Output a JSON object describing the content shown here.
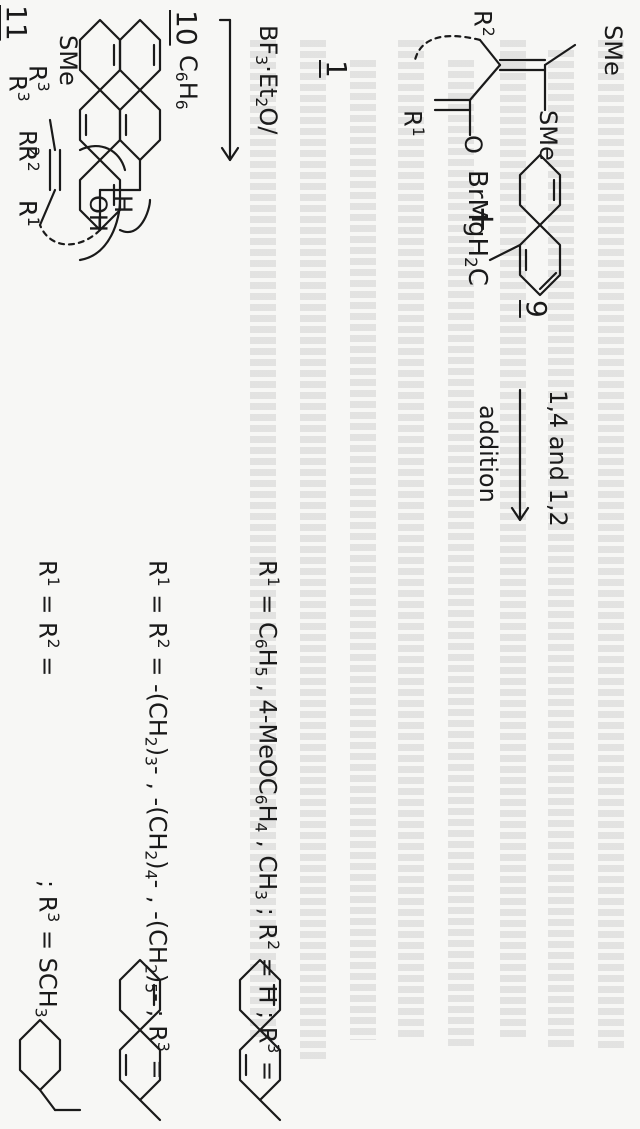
{
  "scheme": {
    "compound1": {
      "label": "1",
      "substituent_top1": "SMe",
      "substituent_top2": "SMe",
      "r2": "R2",
      "r1": "R1",
      "oxygen": "O"
    },
    "plus": "+",
    "reagent9": {
      "label": "9",
      "formula": "BrMgH2C"
    },
    "arrow1": {
      "line1": "1,4 and 1,2",
      "line2": "addition"
    },
    "intermediate10": {
      "label": "10",
      "r3": "R3",
      "sme": "SMe",
      "r2": "R2",
      "r1": "R1",
      "oh": "OH",
      "h": "H"
    },
    "arrow2": {
      "line1": "BF3·Et2O/",
      "line2": "C6H6"
    },
    "product11": {
      "label": "11",
      "r3": "R3",
      "r2": "R2",
      "r1": "R1"
    },
    "definitions": {
      "row1": "R1 = C6H5 , 4-MeOC6H4 , CH3 ; R2 = H ; R3 =",
      "row2": "R1 = R2 = -(CH2)3- , -(CH2)4- , -(CH2)5- ; R3 =",
      "row3": "R1 = R2 =",
      "row3_tail": "; R3 = SCH3"
    }
  }
}
